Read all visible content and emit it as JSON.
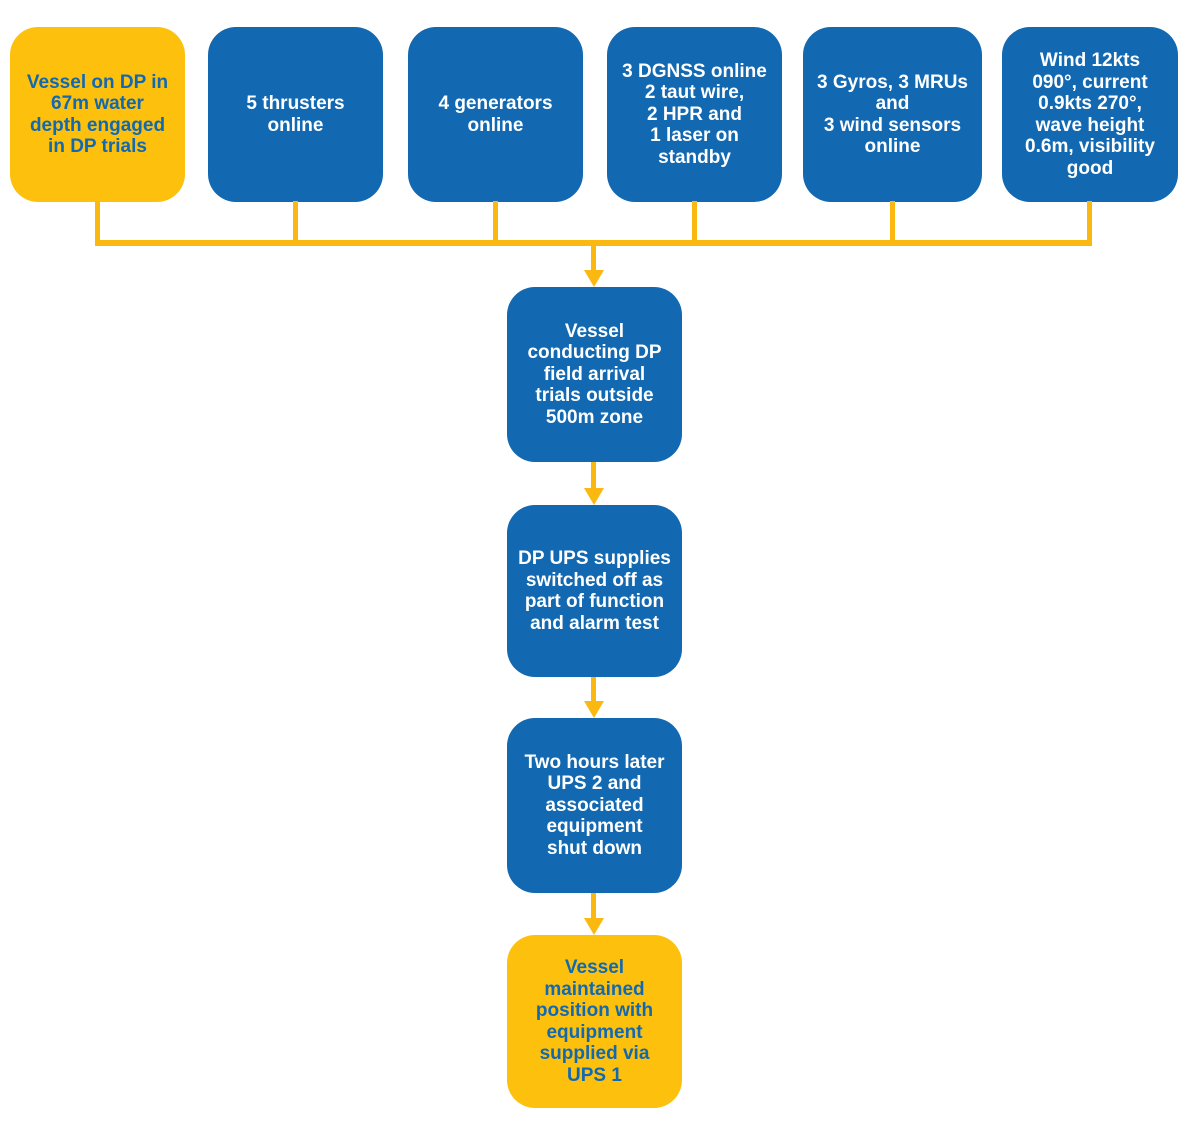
{
  "colors": {
    "node-blue": "#1268B1",
    "node-yellow": "#FDC10D",
    "connector-gold": "#FBB810",
    "text-on-blue": "#FFFFFF"
  },
  "top_row": [
    {
      "text": "Vessel on DP in\n67m water\ndepth engaged\nin DP trials",
      "style": "yellow"
    },
    {
      "text": "5 thrusters\nonline",
      "style": "blue"
    },
    {
      "text": "4 generators\nonline",
      "style": "blue"
    },
    {
      "text": "3 DGNSS online\n2 taut wire,\n2 HPR and\n1 laser on\nstandby",
      "style": "blue"
    },
    {
      "text": "3 Gyros, 3 MRUs\nand\n3 wind sensors\nonline",
      "style": "blue"
    },
    {
      "text": "Wind 12kts\n090°, current\n0.9kts 270°,\nwave height\n0.6m, visibility\ngood",
      "style": "blue"
    }
  ],
  "sequence": [
    {
      "text": "Vessel\nconducting DP\nfield arrival\ntrials outside\n500m zone",
      "style": "blue"
    },
    {
      "text": "DP UPS supplies\nswitched off as\npart of function\nand alarm test",
      "style": "blue"
    },
    {
      "text": "Two hours later\nUPS 2 and\nassociated\nequipment\nshut down",
      "style": "blue"
    },
    {
      "text": "Vessel\nmaintained\nposition with\nequipment\nsupplied via\nUPS 1",
      "style": "yellow"
    }
  ]
}
